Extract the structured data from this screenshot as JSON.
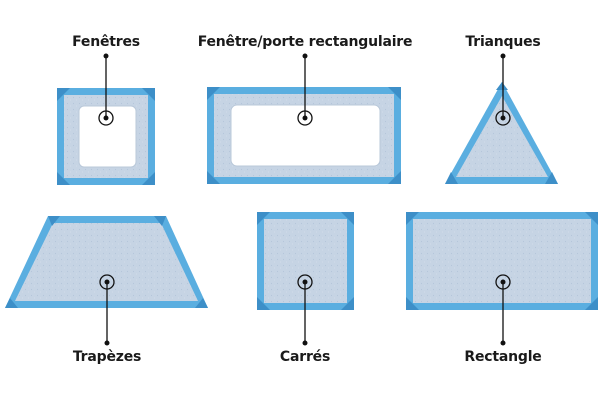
{
  "labels": {
    "windows": "Fenêtres",
    "window_door": "Fenêtre/porte rectangulaire",
    "triangles": "Trianques",
    "trapezoids": "Trapèzes",
    "squares": "Carrés",
    "rectangle": "Rectangle"
  },
  "colors": {
    "frame": "#5aaee0",
    "frame_dark": "#3d8fc8",
    "panel": "#c4d3e3",
    "cutout": "#ffffff",
    "leader": "#111111"
  }
}
